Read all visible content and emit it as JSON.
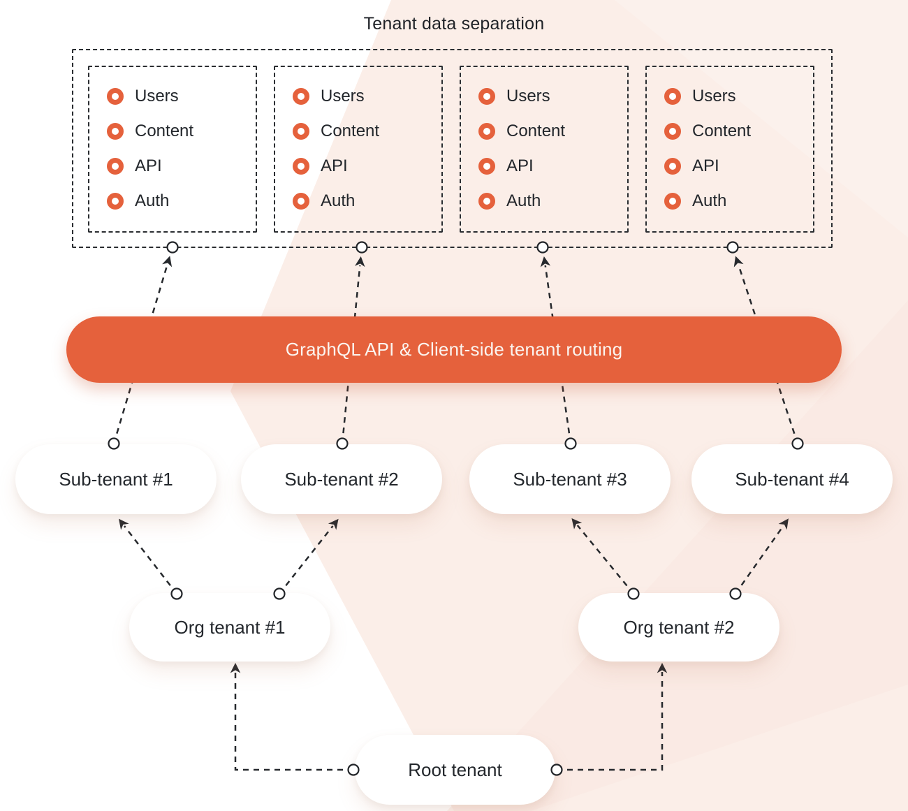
{
  "title": "Tenant data separation",
  "colors": {
    "accent": "#E5613C",
    "connector_line": "#26292D",
    "text": "#23262B",
    "routing_bar_text": "#FBF4EF",
    "bg_tint_main": "#FBEEE8",
    "bg_tint_light": "#FBF1EC",
    "bg_tint_deep": "#F9E7E0"
  },
  "tenant_boxes": [
    {
      "items": [
        "Users",
        "Content",
        "API",
        "Auth"
      ]
    },
    {
      "items": [
        "Users",
        "Content",
        "API",
        "Auth"
      ]
    },
    {
      "items": [
        "Users",
        "Content",
        "API",
        "Auth"
      ]
    },
    {
      "items": [
        "Users",
        "Content",
        "API",
        "Auth"
      ]
    }
  ],
  "routing_bar": {
    "label": "GraphQL API & Client-side tenant routing"
  },
  "sub_tenants": [
    {
      "label": "Sub-tenant #1"
    },
    {
      "label": "Sub-tenant #2"
    },
    {
      "label": "Sub-tenant #3"
    },
    {
      "label": "Sub-tenant #4"
    }
  ],
  "org_tenants": [
    {
      "label": "Org tenant #1"
    },
    {
      "label": "Org tenant #2"
    }
  ],
  "root_tenant": {
    "label": "Root tenant"
  }
}
